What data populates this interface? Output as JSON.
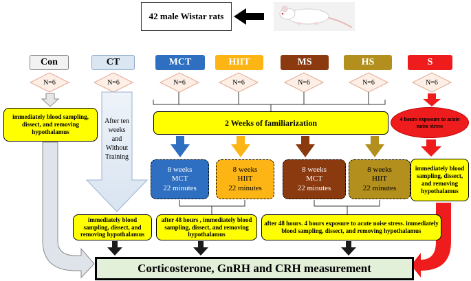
{
  "title_box": "42 male Wistar rats",
  "groups": [
    {
      "label": "Con",
      "n": "N=6"
    },
    {
      "label": "CT",
      "n": "N=6"
    },
    {
      "label": "MCT",
      "n": "N=6"
    },
    {
      "label": "HIIT",
      "n": "N=6"
    },
    {
      "label": "MS",
      "n": "N=6"
    },
    {
      "label": "HS",
      "n": "N=6"
    },
    {
      "label": "S",
      "n": "N=6"
    }
  ],
  "familiarization": "2 Weeks of familiarization",
  "con_box": "immediately blood sampling, dissect, and removing hypothalamus",
  "ct_arrow_text": "After ten weeks and Without Training",
  "s_oval": "4 hours exposure to acute noise stress",
  "training": [
    {
      "weeks": "8 weeks",
      "type": "MCT",
      "minutes": "22 minutes"
    },
    {
      "weeks": "8 weeks",
      "type": "HIIT",
      "minutes": "22 minutes"
    },
    {
      "weeks": "8 weeks",
      "type": "MCT",
      "minutes": "22 minutes"
    },
    {
      "weeks": "8 weeks",
      "type": "HIIT",
      "minutes": "22 minutes"
    }
  ],
  "s_box": "immediately blood sampling, dissect, and removing hypothalamus",
  "ct_box": "immediately blood sampling, dissect, and removing hypothalamus",
  "mct_box": "after 48 hours , immediately blood sampling, dissect, and removing hypothalamus",
  "ms_box": "after 48 hours. 4 hours exposure to acute noise stress. immediately blood sampling, dissect, and removing hypothalamus",
  "final": "Corticosterone, GnRH and CRH measurement",
  "colors": {
    "mct": "#2e6fc1",
    "hiit": "#fcb515",
    "ms": "#8b3a10",
    "hs": "#b38f1d",
    "s": "#ee1c1c",
    "yellow": "#ffff00",
    "final_bg": "#e2efd9"
  },
  "icons": {
    "rat": "rat-photo-icon",
    "arrow": "left-arrow-icon"
  }
}
